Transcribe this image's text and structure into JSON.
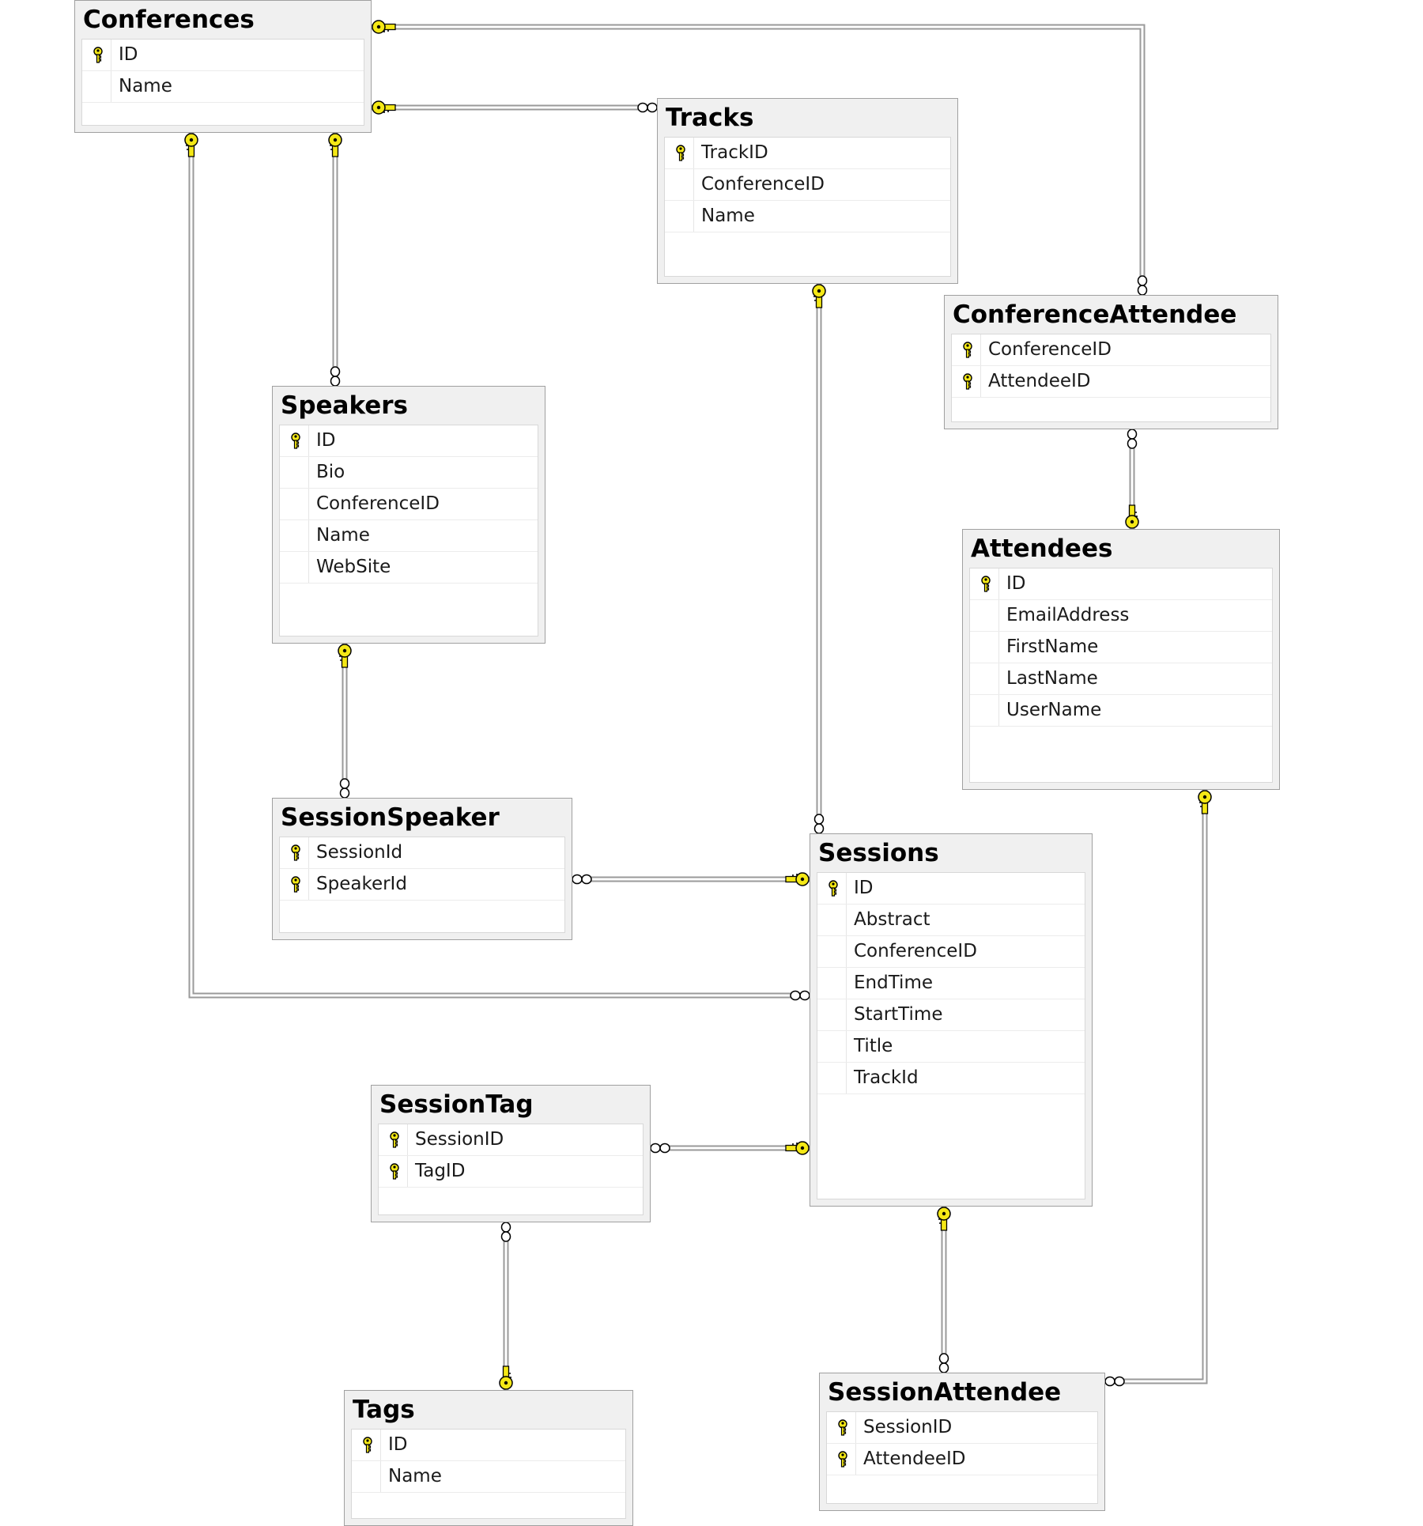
{
  "colors": {
    "connector": "#9a9a9a",
    "key_fill": "#f4e816",
    "key_stroke": "#000000",
    "table_header": "#f0f0f0",
    "table_body": "#ffffff"
  },
  "icons": {
    "primary_key": "pk-key-icon",
    "one_end": "key-end-icon",
    "many_end": "infinity-end-icon"
  },
  "tables": [
    {
      "id": "conferences",
      "name": "Conferences",
      "columns": [
        {
          "name": "ID",
          "pk": true
        },
        {
          "name": "Name",
          "pk": false
        }
      ]
    },
    {
      "id": "tracks",
      "name": "Tracks",
      "columns": [
        {
          "name": "TrackID",
          "pk": true
        },
        {
          "name": "ConferenceID",
          "pk": false
        },
        {
          "name": "Name",
          "pk": false
        }
      ]
    },
    {
      "id": "conferenceattendee",
      "name": "ConferenceAttendee",
      "columns": [
        {
          "name": "ConferenceID",
          "pk": true
        },
        {
          "name": "AttendeeID",
          "pk": true
        }
      ]
    },
    {
      "id": "speakers",
      "name": "Speakers",
      "columns": [
        {
          "name": "ID",
          "pk": true
        },
        {
          "name": "Bio",
          "pk": false
        },
        {
          "name": "ConferenceID",
          "pk": false
        },
        {
          "name": "Name",
          "pk": false
        },
        {
          "name": "WebSite",
          "pk": false
        }
      ]
    },
    {
      "id": "attendees",
      "name": "Attendees",
      "columns": [
        {
          "name": "ID",
          "pk": true
        },
        {
          "name": "EmailAddress",
          "pk": false
        },
        {
          "name": "FirstName",
          "pk": false
        },
        {
          "name": "LastName",
          "pk": false
        },
        {
          "name": "UserName",
          "pk": false
        }
      ]
    },
    {
      "id": "sessionspeaker",
      "name": "SessionSpeaker",
      "columns": [
        {
          "name": "SessionId",
          "pk": true
        },
        {
          "name": "SpeakerId",
          "pk": true
        }
      ]
    },
    {
      "id": "sessions",
      "name": "Sessions",
      "columns": [
        {
          "name": "ID",
          "pk": true
        },
        {
          "name": "Abstract",
          "pk": false
        },
        {
          "name": "ConferenceID",
          "pk": false
        },
        {
          "name": "EndTime",
          "pk": false
        },
        {
          "name": "StartTime",
          "pk": false
        },
        {
          "name": "Title",
          "pk": false
        },
        {
          "name": "TrackId",
          "pk": false
        }
      ]
    },
    {
      "id": "sessiontag",
      "name": "SessionTag",
      "columns": [
        {
          "name": "SessionID",
          "pk": true
        },
        {
          "name": "TagID",
          "pk": true
        }
      ]
    },
    {
      "id": "tags",
      "name": "Tags",
      "columns": [
        {
          "name": "ID",
          "pk": true
        },
        {
          "name": "Name",
          "pk": false
        }
      ]
    },
    {
      "id": "sessionattendee",
      "name": "SessionAttendee",
      "columns": [
        {
          "name": "SessionID",
          "pk": true
        },
        {
          "name": "AttendeeID",
          "pk": true
        }
      ]
    }
  ],
  "relationships": [
    {
      "id": "conferences-conferenceattendee",
      "one": "conferences",
      "many": "conferenceattendee"
    },
    {
      "id": "conferences-tracks",
      "one": "conferences",
      "many": "tracks"
    },
    {
      "id": "conferences-speakers",
      "one": "conferences",
      "many": "speakers"
    },
    {
      "id": "conferences-sessions",
      "one": "conferences",
      "many": "sessions"
    },
    {
      "id": "tracks-sessions",
      "one": "tracks",
      "many": "sessions"
    },
    {
      "id": "attendees-conferenceattendee",
      "one": "attendees",
      "many": "conferenceattendee"
    },
    {
      "id": "speakers-sessionspeaker",
      "one": "speakers",
      "many": "sessionspeaker"
    },
    {
      "id": "sessions-sessionspeaker",
      "one": "sessions",
      "many": "sessionspeaker"
    },
    {
      "id": "sessions-sessiontag",
      "one": "sessions",
      "many": "sessiontag"
    },
    {
      "id": "tags-sessiontag",
      "one": "tags",
      "many": "sessiontag"
    },
    {
      "id": "sessions-sessionattendee",
      "one": "sessions",
      "many": "sessionattendee"
    },
    {
      "id": "attendees-sessionattendee",
      "one": "attendees",
      "many": "sessionattendee"
    }
  ]
}
